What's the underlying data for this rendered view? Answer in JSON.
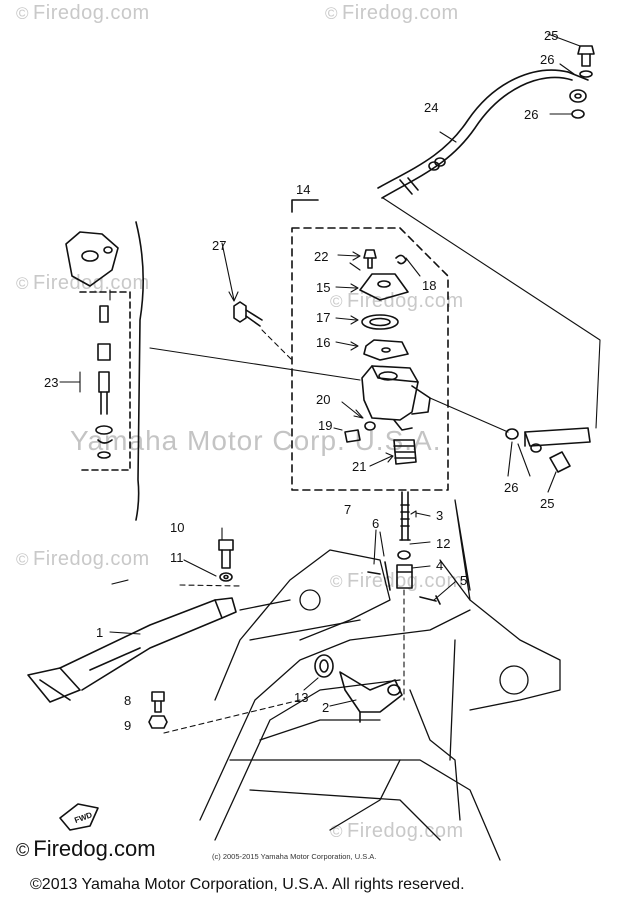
{
  "watermark": {
    "symbol": "©",
    "text": "Firedog.com"
  },
  "center_watermark": "Yamaha Motor Corp. U.S.A.",
  "bottom_logo": {
    "symbol": "©",
    "text": "Firedog.com"
  },
  "small_copyright": "(c) 2005-2015 Yamaha Motor Corporation, U.S.A.",
  "footer_copyright": "©2013 Yamaha Motor Corporation, U.S.A. All rights reserved.",
  "fwd_label": "FWD",
  "callouts": [
    "25",
    "26",
    "26",
    "24",
    "14",
    "27",
    "22",
    "18",
    "15",
    "17",
    "16",
    "23",
    "20",
    "19",
    "21",
    "26",
    "25",
    "7",
    "3",
    "10",
    "6",
    "12",
    "11",
    "4",
    "5",
    "1",
    "8",
    "13",
    "2",
    "9"
  ],
  "colors": {
    "line": "#111111",
    "watermark": "#c9c9c9"
  }
}
